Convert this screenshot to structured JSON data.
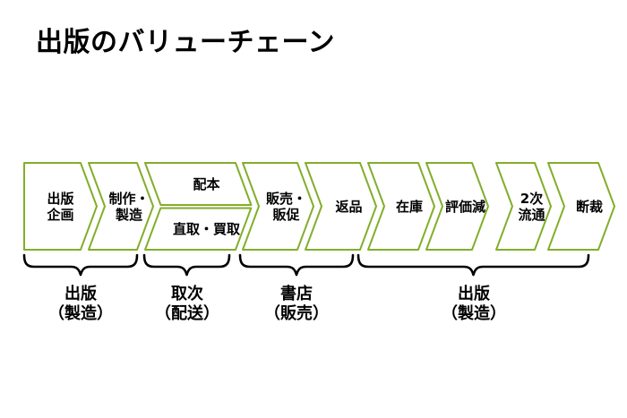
{
  "title": "出版のバリューチェーン",
  "colors": {
    "chevron_border": "#82AE2B",
    "chevron_fill": "#FFFFFF",
    "bracket": "#000000",
    "text": "#000000"
  },
  "chevrons": [
    {
      "label": "出版\n企画"
    },
    {
      "label": "制作・\n製造"
    },
    {
      "split": true,
      "top_label": "配本",
      "bottom_label": "直取・買取"
    },
    {
      "label": "販売・\n販促"
    },
    {
      "label": "返品"
    },
    {
      "label": "在庫"
    },
    {
      "label": "評価減"
    },
    {
      "label": "2次\n流通"
    },
    {
      "label": "断裁"
    }
  ],
  "groups": [
    {
      "label": "出版\n（製造）"
    },
    {
      "label": "取次\n（配送）"
    },
    {
      "label": "書店\n（販売）"
    },
    {
      "label": "出版\n（製造）"
    }
  ]
}
